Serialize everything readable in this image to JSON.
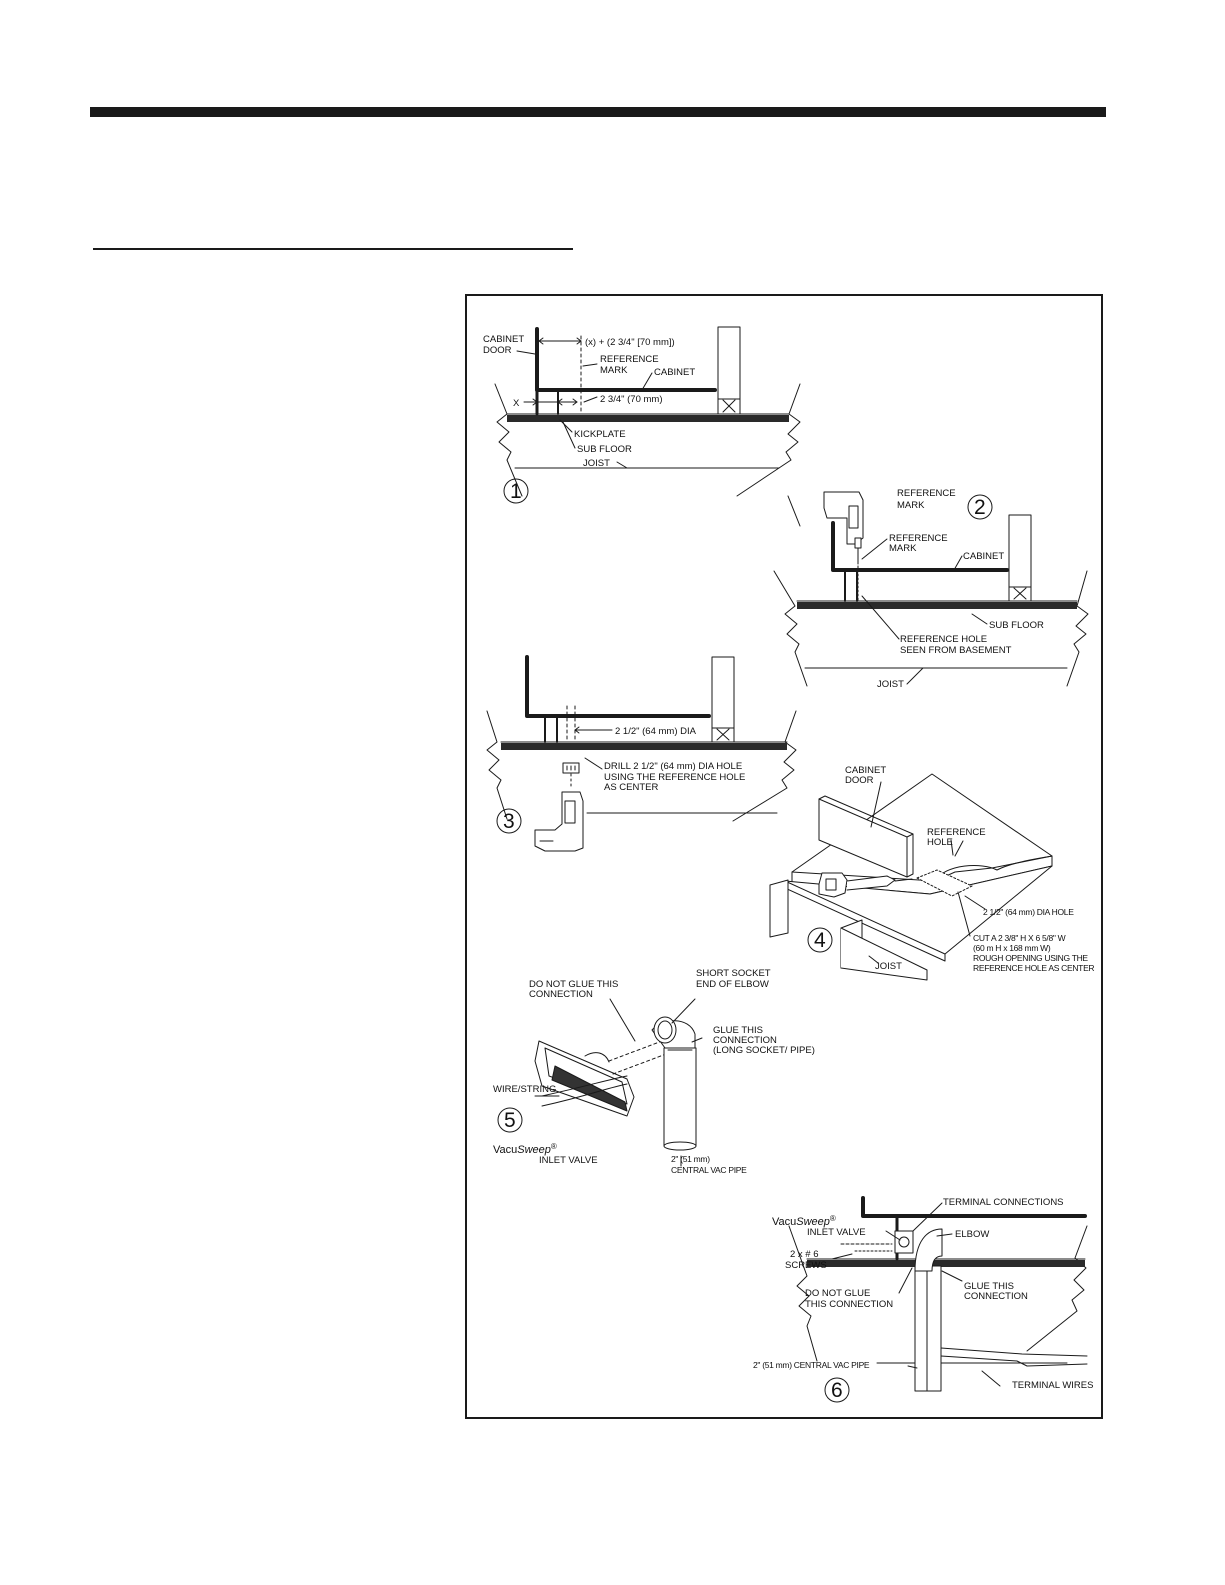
{
  "diagram": {
    "step1": {
      "number": "1",
      "cabinet_door": [
        "CABINET",
        "DOOR"
      ],
      "dimension_top": "(x) + (2 3/4\" [70 mm])",
      "reference_mark": [
        "REFERENCE",
        "MARK"
      ],
      "cabinet": "CABINET",
      "x_label": "X",
      "dimension_bottom": "2 3/4\" (70 mm)",
      "kickplate": "KICKPLATE",
      "sub_floor": "SUB FLOOR",
      "joist": "JOIST"
    },
    "step2": {
      "number": "2",
      "reference_mark_top": [
        "REFERENCE",
        "MARK"
      ],
      "reference_mark": [
        "REFERENCE",
        "MARK"
      ],
      "cabinet": "CABINET",
      "sub_floor": "SUB FLOOR",
      "reference_hole": [
        "REFERENCE HOLE",
        "SEEN FROM BASEMENT"
      ],
      "joist": "JOIST"
    },
    "step3": {
      "number": "3",
      "dia": "2 1/2\" (64 mm) DIA",
      "drill": [
        "DRILL 2 1/2\" (64 mm) DIA HOLE",
        "USING THE REFERENCE HOLE",
        "AS CENTER"
      ]
    },
    "step4": {
      "number": "4",
      "cabinet_door": [
        "CABINET",
        "DOOR"
      ],
      "reference_hole": [
        "REFERENCE",
        "HOLE"
      ],
      "dia_hole": "2 1/2\" (64 mm) DIA HOLE",
      "cut": [
        "CUT A 2 3/8\" H X 6 5/8\" W",
        "(60 m H x 168 mm W)",
        "ROUGH OPENING USING THE",
        "REFERENCE HOLE AS CENTER"
      ],
      "joist": "JOIST"
    },
    "step5": {
      "number": "5",
      "do_not_glue": [
        "DO NOT GLUE THIS",
        "CONNECTION"
      ],
      "short_socket": [
        "SHORT SOCKET",
        "END OF ELBOW"
      ],
      "glue": [
        "GLUE THIS",
        "CONNECTION",
        "(LONG SOCKET/ PIPE)"
      ],
      "wire": "WIRE/STRING",
      "brand_a": "Vacu",
      "brand_b": "Sweep",
      "reg": "®",
      "inlet_valve": "INLET VALVE",
      "pipe": [
        "2\"  (51 mm)",
        "CENTRAL VAC PIPE"
      ]
    },
    "step6": {
      "number": "6",
      "terminal_connections": "TERMINAL CONNECTIONS",
      "brand_a": "Vacu",
      "brand_b": "Sweep",
      "reg": "®",
      "inlet_valve": "INLET VALVE",
      "elbow": "ELBOW",
      "screws": [
        "2 x # 6",
        "SCREWS"
      ],
      "do_not_glue": [
        "DO NOT GLUE",
        "THIS CONNECTION"
      ],
      "glue": [
        "GLUE THIS",
        "CONNECTION"
      ],
      "pipe": "2\" (51 mm) CENTRAL VAC PIPE",
      "terminal_wires": "TERMINAL WIRES"
    }
  }
}
